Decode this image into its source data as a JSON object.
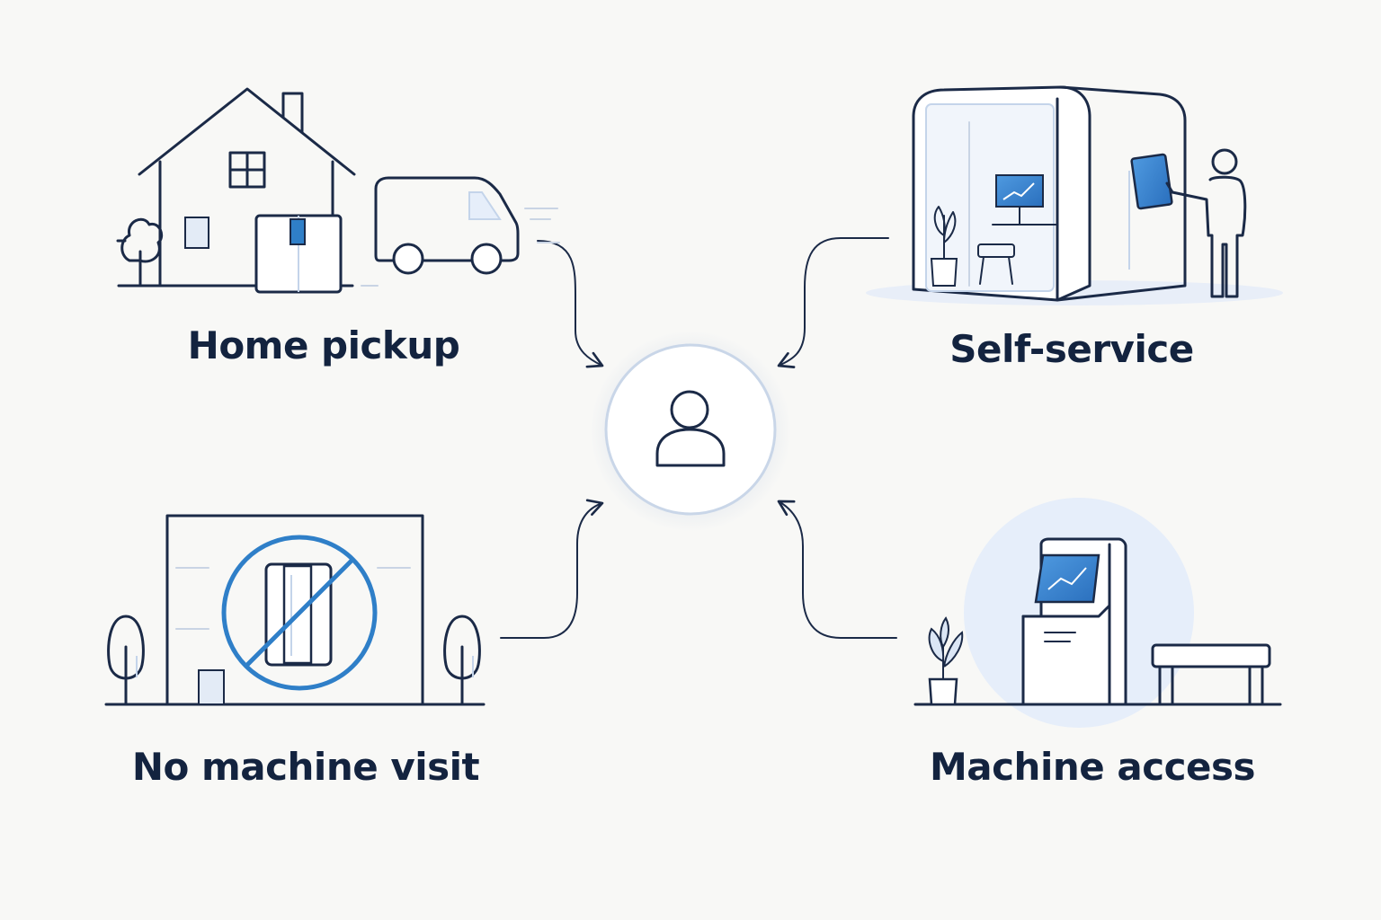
{
  "options": [
    {
      "id": "home",
      "label": "Home pickup"
    },
    {
      "id": "self",
      "label": "Self-service"
    },
    {
      "id": "nomachine",
      "label": "No machine visit"
    },
    {
      "id": "machine",
      "label": "Machine access"
    }
  ],
  "center": {
    "icon": "user-icon"
  },
  "colors": {
    "background": "#f8f8f6",
    "line": "#1b2a47",
    "accent": "#2f7fc8",
    "accent_light": "#e6eefa",
    "text": "#13233f"
  }
}
